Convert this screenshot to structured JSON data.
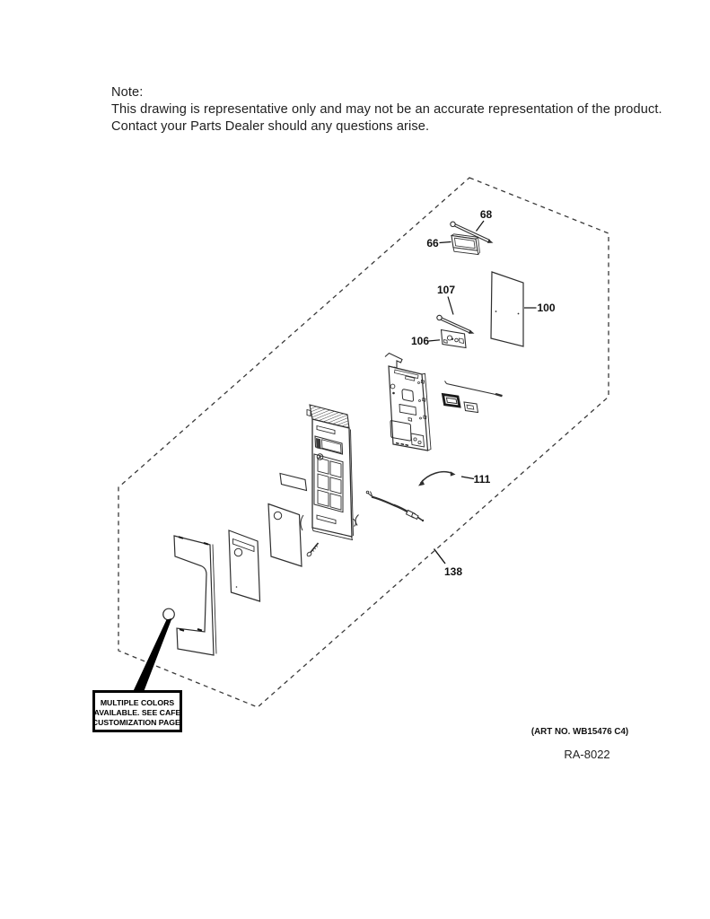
{
  "note": {
    "title": "Note:",
    "line1": "This drawing is representative only and may not be an accurate representation of the product.",
    "line2": "Contact your Parts Dealer should any questions arise."
  },
  "labels": {
    "l66": "66",
    "l68": "68",
    "l100": "100",
    "l106": "106",
    "l107": "107",
    "l111": "111",
    "l138": "138"
  },
  "callout": {
    "line1": "MULTIPLE COLORS",
    "line2": "AVAILABLE. SEE CAFE",
    "line3": "CUSTOMIZATION PAGE."
  },
  "footer": {
    "art_no": "(ART NO. WB15476 C4)",
    "drawing_no": "RA-8022"
  },
  "colors": {
    "line": "#2e2e2e",
    "dark": "#111111",
    "background": "#ffffff"
  }
}
